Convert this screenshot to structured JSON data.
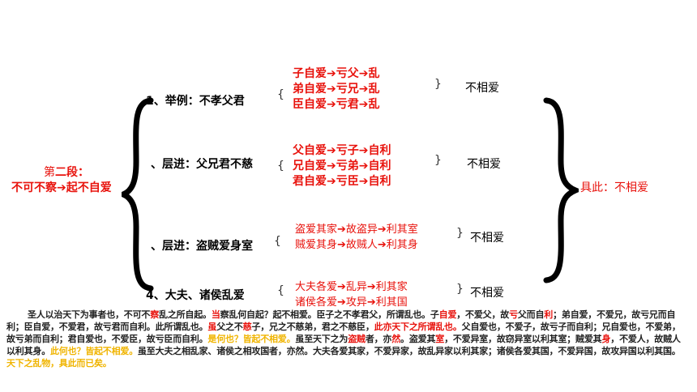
{
  "section_title": {
    "prefix": "第",
    "middle": "二",
    "suffix": "段：",
    "line2": "不可不察➔起不自爱"
  },
  "rows": [
    {
      "label": "1、举例：不孝父君",
      "lines": [
        "子自爱➔亏父➔乱",
        "弟自爱➔亏兄➔乱",
        "臣自爱➔亏君➔乱"
      ],
      "result": "不相爱"
    },
    {
      "label": "、层进：父兄君不慈",
      "lines": [
        "父自爱➔亏子➔自利",
        "兄自爱➔亏弟➔自利",
        "君自爱➔亏臣➔自利"
      ],
      "result": "不相爱"
    },
    {
      "label": "、层进：盗贼爱身室",
      "lines": [
        "盗爱其家➔故盗异➔利其室",
        "贼爱其身➔故贼人➔利其身"
      ],
      "result": "不相爱"
    },
    {
      "label": "4、大夫、诸侯乱爱",
      "lines": [
        "大夫各爱➔乱异➔利其家",
        "诸侯各爱➔攻异➔利其国"
      ],
      "result": "不相爱"
    }
  ],
  "conclusion": "具此：不相爱",
  "small_open": "{",
  "small_close": "}",
  "paragraph": [
    {
      "t": "圣人以治天下为事者也，不可不",
      "c": ""
    },
    {
      "t": "察",
      "c": "r"
    },
    {
      "t": "乱之所自起。",
      "c": ""
    },
    {
      "t": "当",
      "c": "r"
    },
    {
      "t": "察乱何自起？起不相爱。臣子之不孝君父，所谓乱也。子",
      "c": ""
    },
    {
      "t": "自爱",
      "c": "r"
    },
    {
      "t": "，不爱父，故",
      "c": ""
    },
    {
      "t": "亏",
      "c": "r"
    },
    {
      "t": "父而自",
      "c": ""
    },
    {
      "t": "利",
      "c": "r"
    },
    {
      "t": "；弟自爱，不爱兄，故亏兄而自利；臣自爱，不爱君，故亏君而自利。此所谓乱也。",
      "c": ""
    },
    {
      "t": "虽",
      "c": "r"
    },
    {
      "t": "父之不",
      "c": ""
    },
    {
      "t": "慈",
      "c": "r"
    },
    {
      "t": "子，兄之不慈弟，君之不慈臣，",
      "c": ""
    },
    {
      "t": "此亦天下之所谓乱也。",
      "c": "r"
    },
    {
      "t": "父自爱也，不爱子，故亏子而自利；兄自爱也，不爱弟，故亏弟而自利；君自爱也，不爱臣，故亏臣而自利。",
      "c": ""
    },
    {
      "t": "是何也？皆起不相爱。",
      "c": "y"
    },
    {
      "t": "虽至天下之为",
      "c": ""
    },
    {
      "t": "盗贼",
      "c": "r"
    },
    {
      "t": "者，亦",
      "c": ""
    },
    {
      "t": "然",
      "c": "r"
    },
    {
      "t": "。盗爱其",
      "c": ""
    },
    {
      "t": "室",
      "c": "r"
    },
    {
      "t": "，不爱异室，故窃异室以利其室；贼爱其",
      "c": ""
    },
    {
      "t": "身",
      "c": "r"
    },
    {
      "t": "，不爱人，故贼人以利其身。",
      "c": ""
    },
    {
      "t": "此何也？皆起不相爱。",
      "c": "y"
    },
    {
      "t": "虽至大夫之相乱家、诸侯之相攻国者，亦然。大夫各爱其家，不爱异家，故乱异家以利其家；诸侯各爱其国，不爱异国，故攻异国以利其国。",
      "c": ""
    },
    {
      "t": "天下之乱物，具此而已矣。",
      "c": "y"
    }
  ]
}
